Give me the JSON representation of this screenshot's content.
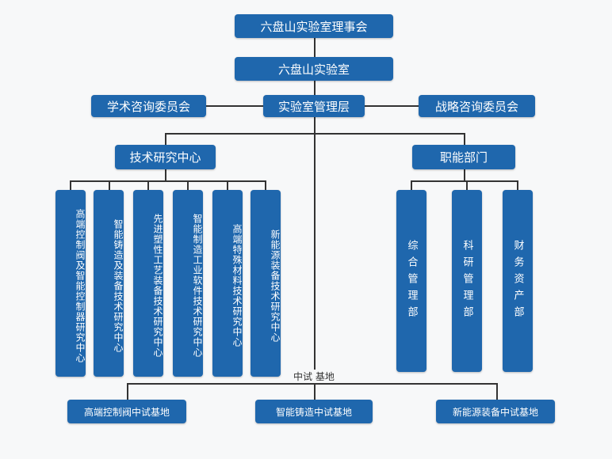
{
  "board": "六盘山实验室理事会",
  "lab": "六盘山实验室",
  "academic": "学术咨询委员会",
  "management": "实验室管理层",
  "strategy": "战略咨询委员会",
  "tech_center": "技术研究中心",
  "functional": "职能部门",
  "centers": [
    "高端控制阀及智能控制器研究中心",
    "智能铸造及装备技术研究中心",
    "先进塑性工艺装备技术研究中心",
    "智能制造工业软件技术研究中心",
    "高端特殊材料技术研究中心",
    "新能源装备技术研究中心"
  ],
  "departments": [
    "综合管理部",
    "科研管理部",
    "财务资产部"
  ],
  "pilot_label": "中试 基地",
  "pilots": [
    "高端控制阀中试基地",
    "智能铸造中试基地",
    "新能源装备中试基地"
  ]
}
